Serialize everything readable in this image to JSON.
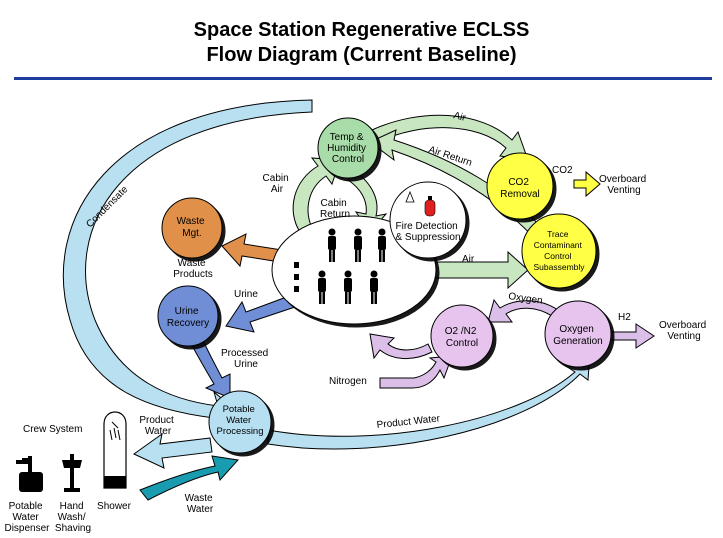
{
  "title": {
    "line1": "Space Station Regenerative ECLSS",
    "line2": "Flow Diagram (Current Baseline)"
  },
  "colors": {
    "rule": "#1e3c9c",
    "temp_node": "#a8dca8",
    "co2_node": "#ffff44",
    "waste_node": "#e0904a",
    "urine_node": "#6f8ed6",
    "o2_node": "#e6c4ee",
    "water_node": "#b6e0f2",
    "air_arrow": "#c8e6c0",
    "water_arrow": "#b8e0f0",
    "purple_arrow": "#dcbfe8",
    "dark_teal_arrow": "#1a9cb0"
  },
  "nodes": {
    "temp": [
      "Temp &",
      "Humidity",
      "Control"
    ],
    "co2": [
      "CO2",
      "Removal"
    ],
    "trace": [
      "Trace",
      "Contaminant",
      "Control",
      "Subassembly"
    ],
    "waste": [
      "Waste",
      "Mgt."
    ],
    "urine": [
      "Urine",
      "Recovery"
    ],
    "o2n2": [
      "O2 /N2",
      "Control"
    ],
    "oxygen_gen": [
      "Oxygen",
      "Generation"
    ],
    "water_proc": [
      "Potable",
      "Water",
      "Processing"
    ],
    "fire": [
      "Fire Detection",
      "& Suppression"
    ]
  },
  "labels": {
    "air_top": "Air",
    "air_return": "Air Return",
    "co2": "CO2",
    "overboard1": [
      "Overboard",
      "Venting"
    ],
    "cabin_air": [
      "Cabin",
      "Air"
    ],
    "cabin_return": [
      "Cabin",
      "Return"
    ],
    "condensate": "Condensate",
    "waste_products": [
      "Waste",
      "Products"
    ],
    "air_mid": "Air",
    "urine": "Urine",
    "oxygen": "Oxygen",
    "h2": "H2",
    "overboard2": [
      "Overboard",
      "Venting"
    ],
    "processed_urine": [
      "Processed",
      "Urine"
    ],
    "nitrogen": "Nitrogen",
    "product_water_left": [
      "Product",
      "Water"
    ],
    "product_water_curve": "Product Water",
    "crew_system": "Crew System",
    "waste_water": [
      "Waste",
      "Water"
    ],
    "potable_dispenser": [
      "Potable",
      "Water",
      "Dispenser"
    ],
    "hand_wash": [
      "Hand",
      "Wash/",
      "Shaving"
    ],
    "shower": "Shower"
  }
}
